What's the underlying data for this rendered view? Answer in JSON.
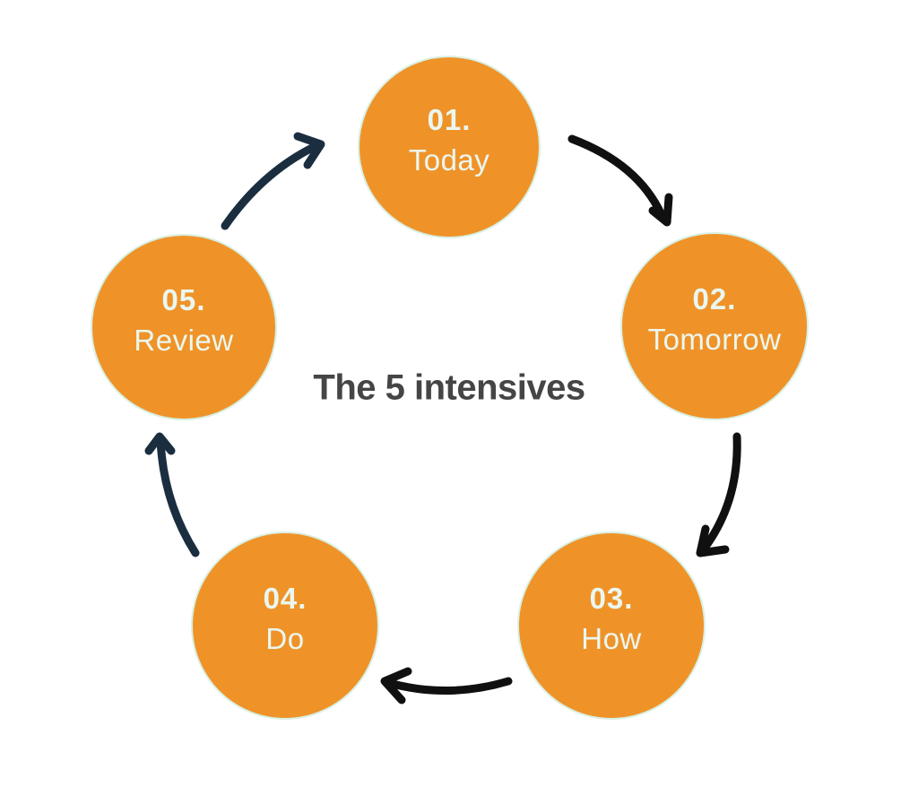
{
  "title": "The 5 intensives",
  "colors": {
    "background": "#FFFFFF",
    "circle_fill": "#EF9329",
    "circle_edge": "#D9F0E3",
    "circle_text": "#EAF7F0",
    "title_text": "#454545",
    "arrow_black": "#101010",
    "arrow_navy": "#1B2E40"
  },
  "nodes": [
    {
      "id": "today",
      "number": "01.",
      "label": "Today"
    },
    {
      "id": "tomorrow",
      "number": "02.",
      "label": "Tomorrow"
    },
    {
      "id": "how",
      "number": "03.",
      "label": "How"
    },
    {
      "id": "do",
      "number": "04.",
      "label": "Do"
    },
    {
      "id": "review",
      "number": "05.",
      "label": "Review"
    }
  ],
  "arrows": [
    {
      "from": "today",
      "to": "tomorrow",
      "color": "#101010"
    },
    {
      "from": "tomorrow",
      "to": "how",
      "color": "#101010"
    },
    {
      "from": "how",
      "to": "do",
      "color": "#101010"
    },
    {
      "from": "do",
      "to": "review",
      "color": "#1B2E40"
    },
    {
      "from": "review",
      "to": "today",
      "color": "#1B2E40"
    }
  ]
}
